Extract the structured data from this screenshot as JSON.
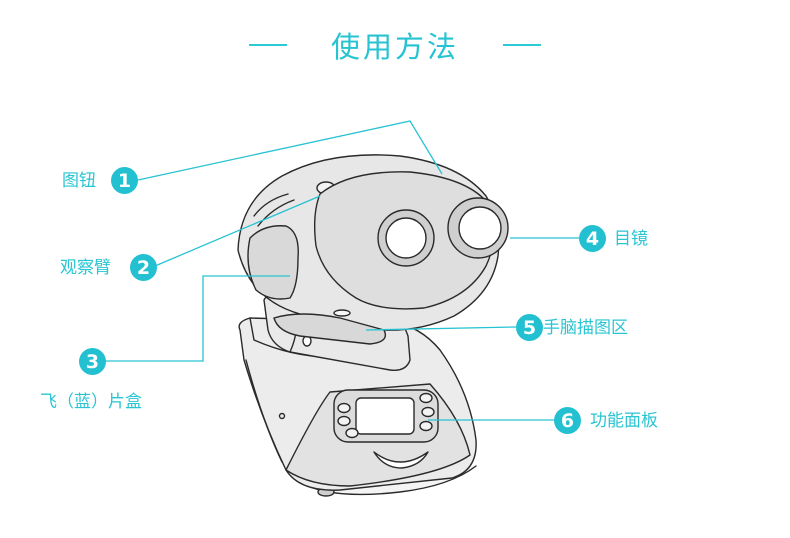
{
  "title": "使用方法",
  "accent_color": "#22c0d1",
  "callouts": [
    {
      "number": "1",
      "label": "图钮"
    },
    {
      "number": "2",
      "label": "观察臂"
    },
    {
      "number": "3",
      "label": "飞（蓝）片盒"
    },
    {
      "number": "4",
      "label": "目镜"
    },
    {
      "number": "5",
      "label": "手脑描图区"
    },
    {
      "number": "6",
      "label": "功能面板"
    }
  ]
}
